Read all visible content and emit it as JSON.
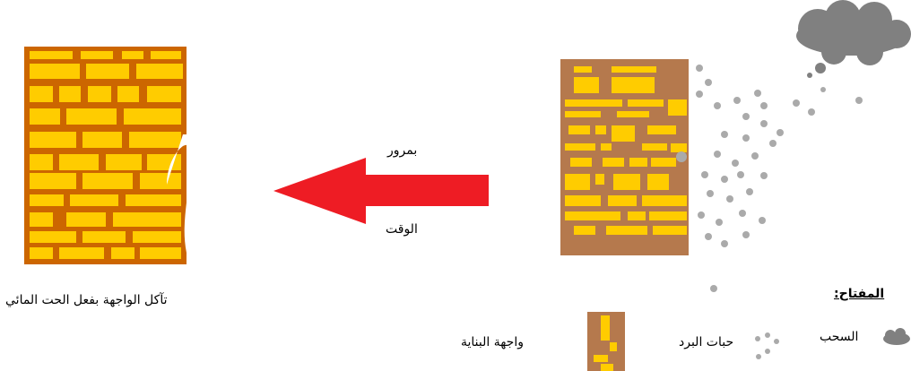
{
  "labels": {
    "time_top": "بمرور",
    "time_bottom": "الوقت",
    "caption": "تآكل الواجهة  بفعل الحت المائي",
    "key_title": "المفتاح:",
    "key_clouds": "السحب",
    "key_hail": "حبات البرد",
    "key_facade": "واجهة البناية"
  },
  "colors": {
    "brick": "#ffcc00",
    "wall_eroded": "#cc6600",
    "wall_original": "#b5794d",
    "arrow": "#ee1c24",
    "cloud": "#808080",
    "hail": "#aaaaaa"
  },
  "icons": {
    "cloud": "cloud-icon",
    "hail": "hail-particle-icon",
    "arrow": "arrow-left-icon",
    "facade": "facade-icon"
  }
}
